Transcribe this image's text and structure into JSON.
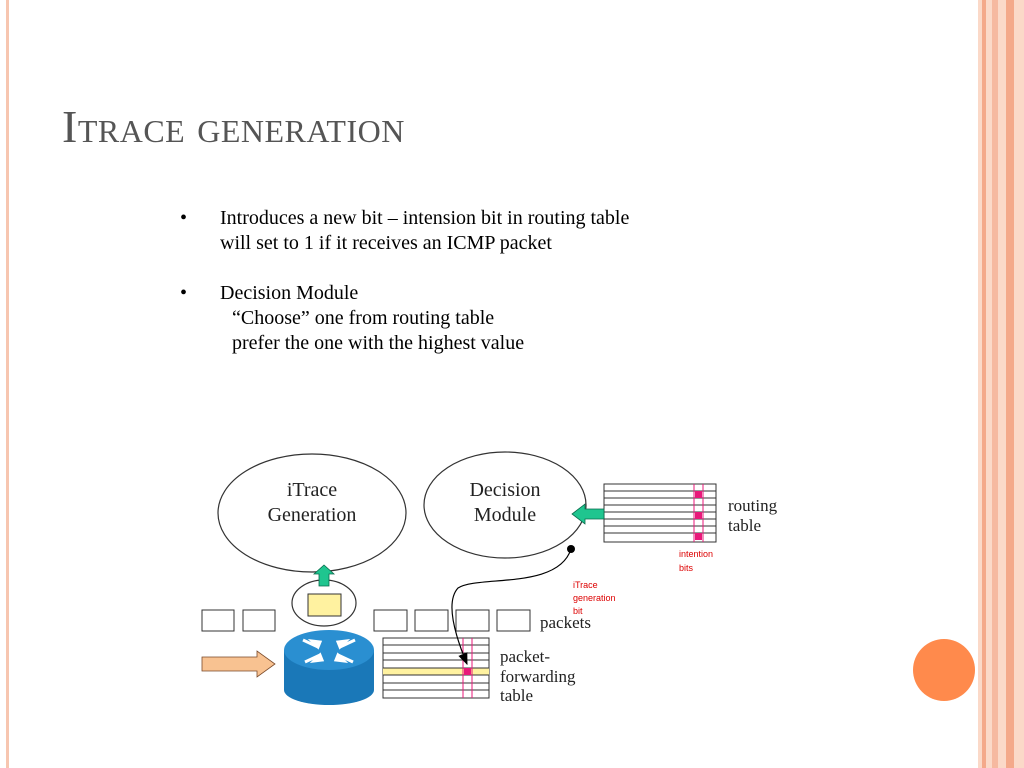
{
  "slide": {
    "title": "Itrace generation",
    "bullets": [
      {
        "lines": [
          "Introduces a new bit – intension bit in routing table",
          "will set to 1 if it receives an ICMP packet"
        ],
        "sub": []
      },
      {
        "lines": [
          "Decision Module"
        ],
        "sub": [
          "“Choose” one from routing table",
          "prefer the one with the highest value"
        ]
      }
    ],
    "bullet_glyph": "•"
  },
  "diagram": {
    "itrace_generation": [
      "iTrace",
      "Generation"
    ],
    "decision_module": [
      "Decision",
      "Module"
    ],
    "routing_table": [
      "routing",
      "table"
    ],
    "intention_bits": [
      "intention",
      "bits"
    ],
    "itrace_generation_bit": [
      "iTrace",
      "generation",
      "bit"
    ],
    "packets": "packets",
    "packet_forwarding_table": [
      "packet-",
      "forwarding",
      "table"
    ]
  },
  "colors": {
    "accent_orange": "#ff8a4c",
    "stripe_peach": "#f7c6b0",
    "marker_pink": "#e8197a",
    "arrow_green": "#1fc58f",
    "router_blue": "#2a8fd1",
    "highlight_yellow": "#fff2a0",
    "arrow_peach": "#f8c291"
  }
}
